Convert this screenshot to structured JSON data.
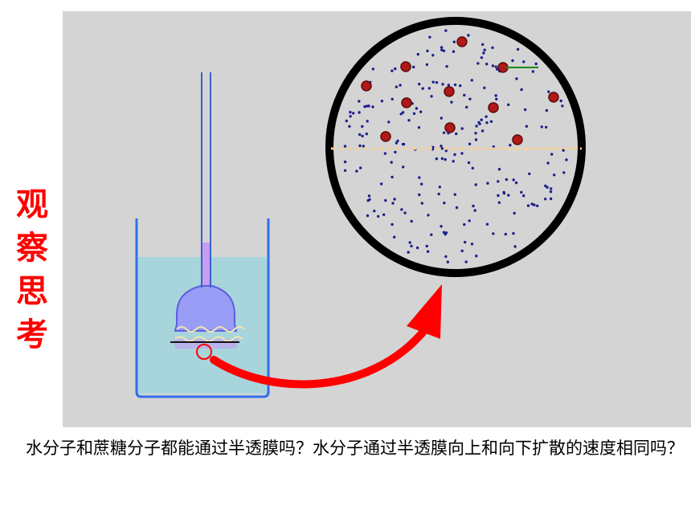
{
  "side_title": [
    "观",
    "察",
    "思",
    "考"
  ],
  "question": "水分子和蔗糖分子都能通过半透膜吗？水分子通过半透膜向上和向下扩散的速度相同吗？",
  "colors": {
    "title": "#ff0000",
    "panel_bg": "#d4d4d4",
    "water": "#a8d4dc",
    "beaker": "#2f6fe8",
    "funnel_solution": "#9a9df5",
    "circle_border": "#000000",
    "membrane_line": "#f5cf9a",
    "sucrose": "#b11818",
    "water_molecule": "#1c1f8a",
    "arrow": "#ff0000",
    "motion_line": "#1a8a1a"
  },
  "icons": [
    "beaker-icon",
    "thistle-funnel-icon",
    "magnifier-circle-icon",
    "curved-arrow-icon"
  ]
}
